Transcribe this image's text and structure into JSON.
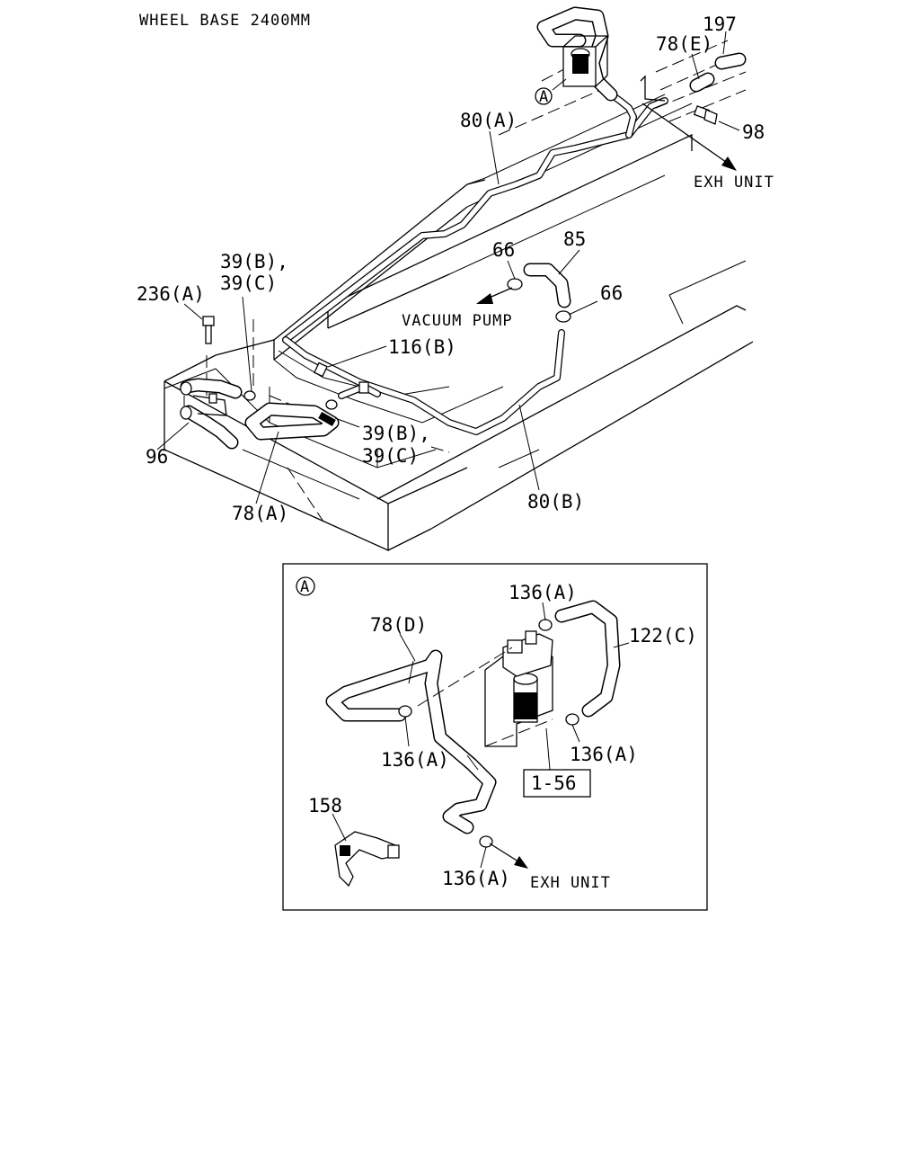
{
  "title": "WHEEL BASE 2400MM",
  "main_labels": {
    "l197": "197",
    "l78e": "78(E)",
    "l98": "98",
    "lexh1": "EXH UNIT",
    "l80a": "80(A)",
    "l85": "85",
    "l66a": "66",
    "l66b": "66",
    "lvac": "VACUUM PUMP",
    "l39bc1a": "39(B),",
    "l39bc1b": "39(C)",
    "l236a": "236(A)",
    "l116b": "116(B)",
    "l39bc2a": "39(B),",
    "l39bc2b": "39(C)",
    "l96": "96",
    "l78a": "78(A)",
    "l80b": "80(B)",
    "lcalloutA": "A"
  },
  "detail": {
    "marker": "A",
    "l136a_top": "136(A)",
    "l78d": "78(D)",
    "l122c": "122(C)",
    "l136a_left": "136(A)",
    "l136a_right": "136(A)",
    "ref": "1-56",
    "l158": "158",
    "l136a_bottom": "136(A)",
    "lexh2": "EXH UNIT"
  }
}
